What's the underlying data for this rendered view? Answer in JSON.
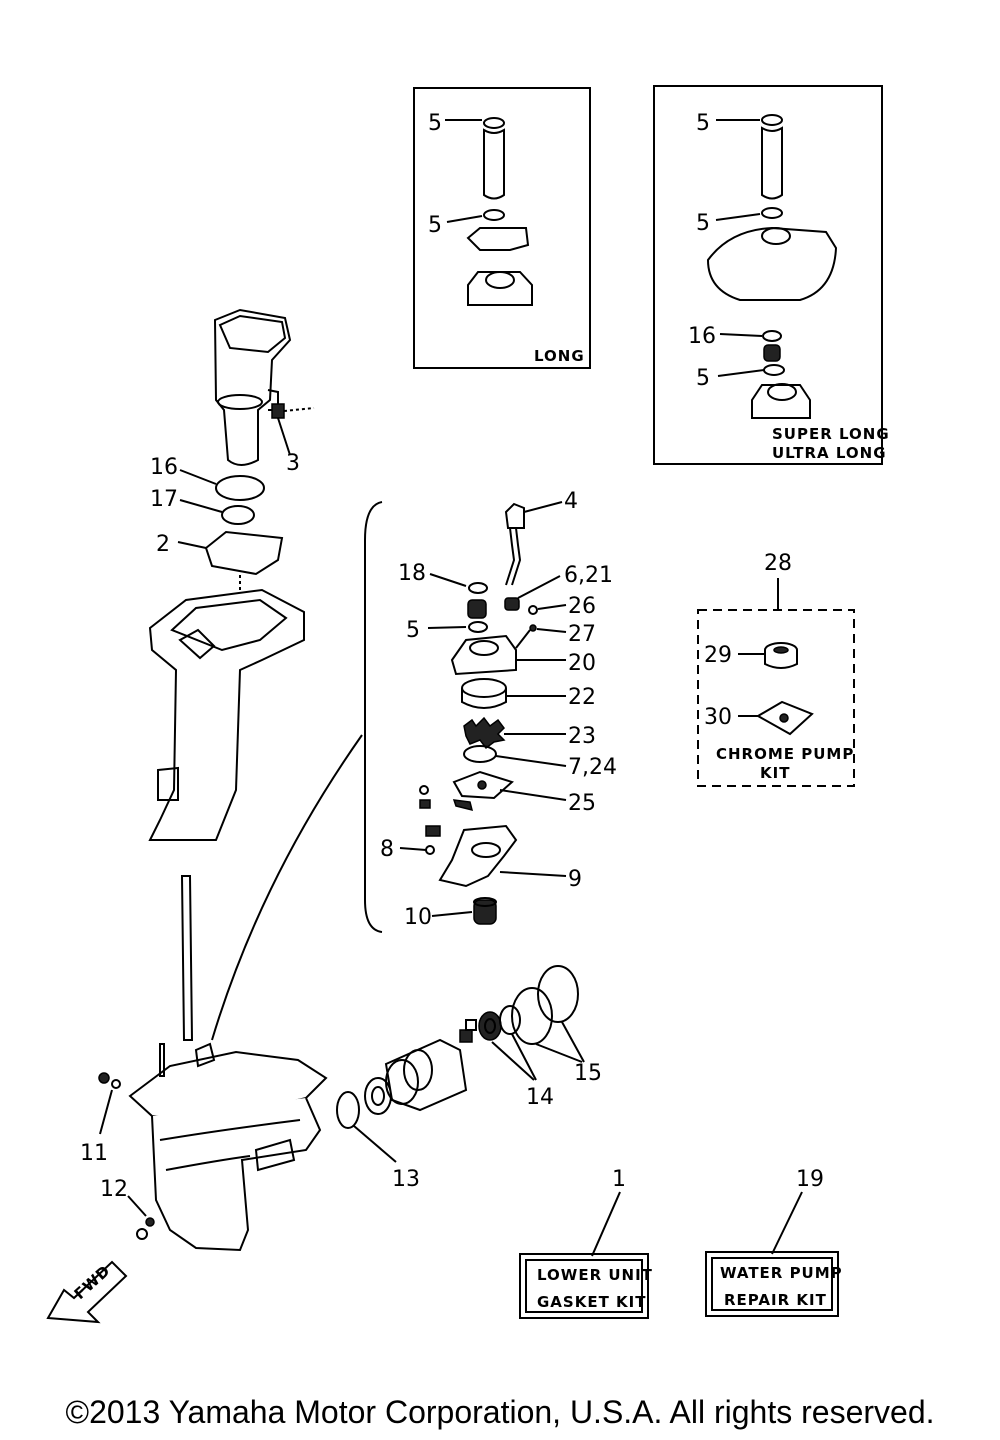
{
  "callouts": {
    "long": {
      "c5a": "5",
      "c5b": "5",
      "label": "LONG"
    },
    "super": {
      "c5a": "5",
      "c5b": "5",
      "c16": "16",
      "c5c": "5",
      "label1": "SUPER LONG",
      "label2": "ULTRA LONG"
    },
    "left": {
      "c3": "3",
      "c16": "16",
      "c17": "17",
      "c2": "2"
    },
    "pump": {
      "c4": "4",
      "c18": "18",
      "c621": "6,21",
      "c26": "26",
      "c5": "5",
      "c27": "27",
      "c20": "20",
      "c22": "22",
      "c23": "23",
      "c724": "7,24",
      "c25": "25",
      "c8": "8",
      "c9": "9",
      "c10": "10"
    },
    "kit": {
      "c28": "28",
      "c29": "29",
      "c30": "30",
      "label1": "CHROME PUMP",
      "label2": "KIT"
    },
    "lower": {
      "c11": "11",
      "c12": "12",
      "c13": "13",
      "c14": "14",
      "c15": "15",
      "fwd": "FWD"
    },
    "gasket": {
      "c1": "1",
      "label1": "LOWER UNIT",
      "label2": "GASKET KIT"
    },
    "repair": {
      "c19": "19",
      "label1": "WATER PUMP",
      "label2": "REPAIR KIT"
    }
  },
  "copyright": "©2013 Yamaha Motor Corporation, U.S.A. All rights reserved."
}
